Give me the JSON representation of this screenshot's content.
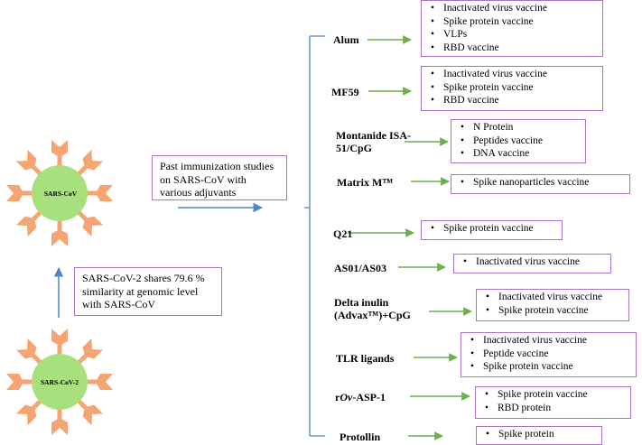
{
  "virus_top": {
    "label": "SARS-CoV"
  },
  "virus_bottom": {
    "label": "SARS-CoV-2"
  },
  "note_studies": "Past immunization studies on SARS-CoV with various adjuvants",
  "note_similarity": "SARS-CoV-2 shares 79.6 % similarity at genomic level with SARS-CoV",
  "adjuvants": [
    {
      "label": "Alum",
      "items": [
        "Inactivated virus vaccine",
        "Spike protein  vaccine",
        "VLPs",
        "RBD vaccine"
      ]
    },
    {
      "label": "MF59",
      "items": [
        "Inactivated virus vaccine",
        "Spike protein vaccine",
        "RBD vaccine"
      ]
    },
    {
      "label_line1": "Montanide ISA-",
      "label_line2": "51/CpG",
      "items": [
        "N Protein",
        "Peptides vaccine",
        "DNA vaccine"
      ]
    },
    {
      "label": "Matrix M™",
      "items": [
        "Spike nanoparticles vaccine"
      ]
    },
    {
      "label": "Q21",
      "items": [
        "Spike protein vaccine"
      ]
    },
    {
      "label": "AS01/AS03",
      "items": [
        "Inactivated virus vaccine"
      ]
    },
    {
      "label_line1": "Delta inulin",
      "label_line2": "(Advax™)+CpG",
      "items": [
        "Inactivated virus vaccine",
        "Spike protein vaccine"
      ]
    },
    {
      "label": "TLR ligands",
      "items": [
        "Inactivated virus vaccine",
        "Peptide vaccine",
        "Spike protein vaccine"
      ]
    },
    {
      "label_pre": "r",
      "label_italic": "Ov",
      "label_post": "-ASP-1",
      "items": [
        "Spike protein vaccine",
        "RBD protein"
      ]
    },
    {
      "label": "Protollin",
      "items": [
        "Spike protein"
      ]
    }
  ],
  "colors": {
    "virus_body": "#a8e07e",
    "virus_spike": "#f4a572",
    "green_arrow": "#6ab04c",
    "blue_arrow": "#4a86c8",
    "box_border": "#a974c7"
  }
}
